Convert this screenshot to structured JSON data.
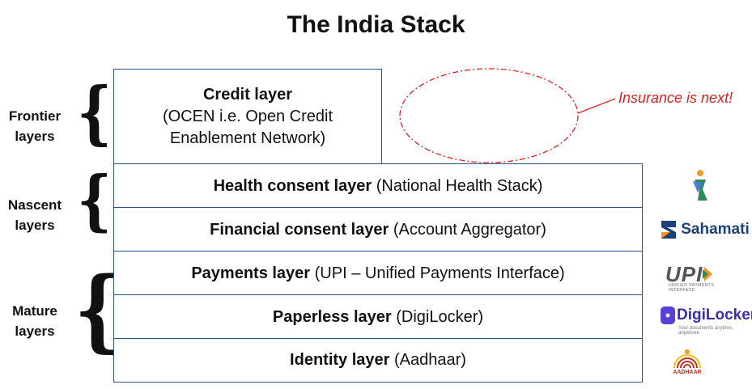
{
  "title": "The India Stack",
  "groups": {
    "frontier": {
      "label_line1": "Frontier",
      "label_line2": "layers"
    },
    "nascent": {
      "label_line1": "Nascent",
      "label_line2": "layers"
    },
    "mature": {
      "label_line1": "Mature",
      "label_line2": "layers"
    }
  },
  "brace_glyph": "{",
  "layers": {
    "credit": {
      "name": "Credit layer",
      "desc_line1": "(OCEN i.e. Open Credit",
      "desc_line2": "Enablement Network)"
    },
    "health": {
      "name": "Health consent layer",
      "desc": " (National Health Stack)"
    },
    "financial": {
      "name": "Financial consent layer",
      "desc": " (Account Aggregator)"
    },
    "payments": {
      "name": "Payments layer",
      "desc": " (UPI – Unified Payments Interface)"
    },
    "paperless": {
      "name": "Paperless layer",
      "desc": " (DigiLocker)"
    },
    "identity": {
      "name": "Identity layer",
      "desc": " (Aadhaar)"
    }
  },
  "annotation": "Insurance is next!",
  "logos": {
    "health": {
      "icon": "ndhm-logo-icon"
    },
    "financial": {
      "text": "Sahamati",
      "icon": "sahamati-logo-icon"
    },
    "payments": {
      "text": "UPI",
      "subtext": "UNIFIED PAYMENTS INTERFACE",
      "icon": "upi-logo-icon"
    },
    "paperless": {
      "text": "DigiLocker",
      "subtext": "Your documents anytime, anywhere",
      "icon": "digilocker-logo-icon"
    },
    "identity": {
      "text": "AADHAAR",
      "icon": "aadhaar-logo-icon"
    }
  },
  "colors": {
    "layer_border": "#2f4f8f",
    "annotation": "#e02020",
    "ellipse": "#e02020"
  }
}
